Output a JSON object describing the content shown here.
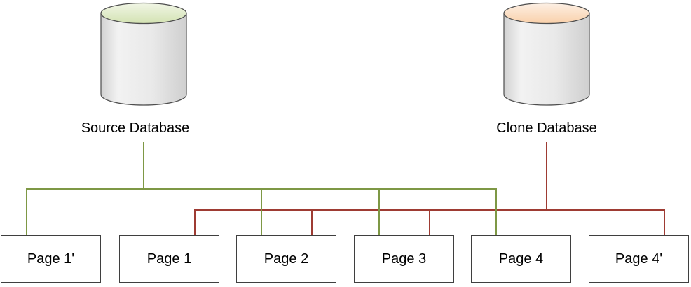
{
  "diagram": {
    "source_database": {
      "label": "Source Database"
    },
    "clone_database": {
      "label": "Clone Database"
    },
    "pages": [
      {
        "label": "Page 1'"
      },
      {
        "label": "Page 1"
      },
      {
        "label": "Page 2"
      },
      {
        "label": "Page 3"
      },
      {
        "label": "Page 4"
      },
      {
        "label": "Page 4'"
      }
    ],
    "connections": {
      "source_database_to": [
        "Page 1'",
        "Page 2",
        "Page 3",
        "Page 4"
      ],
      "clone_database_to": [
        "Page 1",
        "Page 2",
        "Page 3",
        "Page 4'"
      ]
    },
    "colors": {
      "source_line": "#7e9845",
      "clone_line": "#9e3b33",
      "source_top": "#dbe7c0",
      "clone_top": "#fbd9b5",
      "cylinder_body": "#e7e7e7",
      "box_border": "#3f3f3f"
    }
  }
}
